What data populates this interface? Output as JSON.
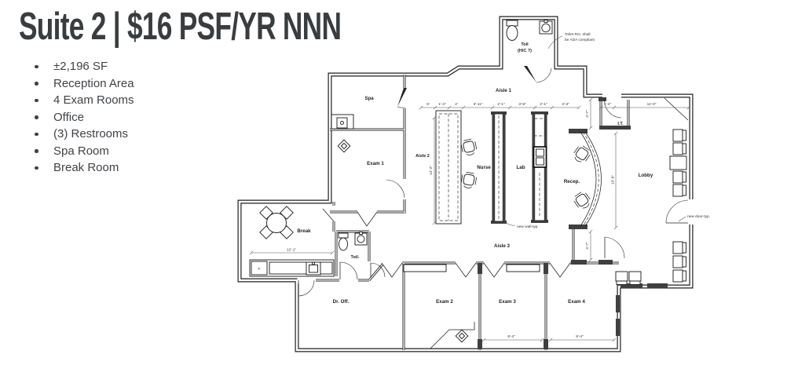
{
  "title": "Suite 2 | $16 PSF/YR NNN",
  "features": [
    "±2,196 SF",
    "Reception Area",
    "4 Exam Rooms",
    "Office",
    "(3) Restrooms",
    "Spa Room",
    "Break Room"
  ],
  "colors": {
    "title_text": "#393d40",
    "body_text": "#3f4347",
    "wall": "#1f1f1f",
    "new_wall": "#3f3f3f",
    "paper": "#ffffff"
  },
  "floor_plan": {
    "rooms": {
      "toilet_top_l1": "Toil",
      "toilet_top_l2": "(H/C ?)",
      "spa": "Spa",
      "exam1": "Exam 1",
      "aisle1": "Aisle 1",
      "aisle2": "Aisle 2",
      "nurse": "Nurse",
      "lab": "Lab",
      "recep": "Recep.",
      "it": "I.T.",
      "lobby": "Lobby",
      "aisle3": "Aisle 3",
      "break": "Break",
      "toilet_bottom": "Toil.",
      "dr_off": "Dr. Off.",
      "exam2": "Exam 2",
      "exam3": "Exam 3",
      "exam4": "Exam 4",
      "fridge": "F"
    },
    "dimensions": {
      "aisle1_string": [
        "5'",
        "1'-4\"",
        "2'",
        "3'-11\"",
        "2'-1\"",
        "3'-5\"",
        "2'-1\"",
        "3'-3\""
      ],
      "it_width": "1'-4\"",
      "lobby_top": "11'-0\"",
      "it_height": "4'-7\"",
      "aisle2_height": "14'-2\"",
      "recep_height": "13'-6\"",
      "aisle3_door": "4'-7\"",
      "break_width": "12'-1\"",
      "exam3_width": "9'-4\"",
      "exam4_width": "9'-4\""
    },
    "annotations": {
      "ada_l1": "Toilet Rm. shall",
      "ada_l2": "be ADA compliant",
      "new_wall": "new wall-typ.",
      "new_door": "new door-typ."
    }
  }
}
